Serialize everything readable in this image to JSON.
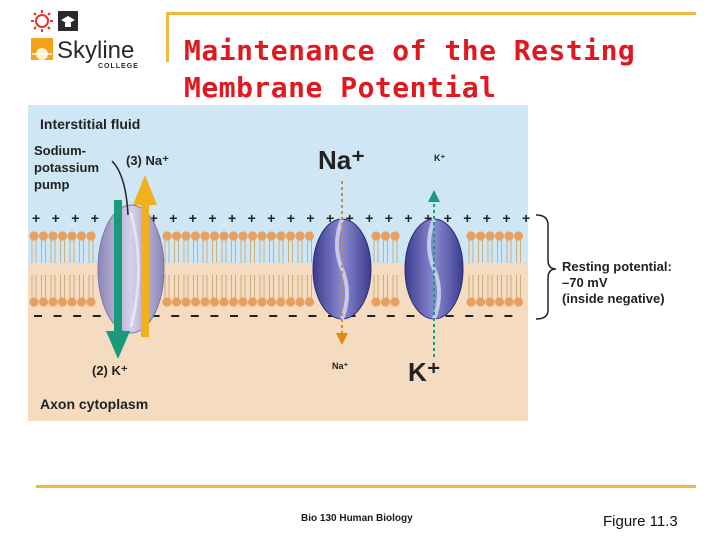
{
  "logo": {
    "name": "Skyline",
    "sub": "COLLEGE"
  },
  "slide": {
    "title_line1": "Maintenance of the Resting",
    "title_line2": "Membrane Potential"
  },
  "figure": {
    "interstitial_label": "Interstitial fluid",
    "pump_label": [
      "Sodium-",
      "potassium",
      "pump"
    ],
    "na_in_label": "(3) Na⁺",
    "k_out_label": "(2) K⁺",
    "na_big": "Na⁺",
    "k_small_top": "K⁺",
    "na_small_bottom": "Na⁺",
    "k_big": "K⁺",
    "cytoplasm_label": "Axon cytoplasm",
    "resting_label": [
      "Resting potential:",
      "–70 mV",
      "(inside negative)"
    ],
    "colors": {
      "fluid": "#cfe6f5",
      "cytoplasm": "#f5dcc0",
      "lipid_head": "#e8a060",
      "channel": "#5a5aa8",
      "arrow_na": "#f0b020",
      "arrow_k": "#1a9a7a"
    }
  },
  "footer": {
    "course": "Bio 130 Human Biology",
    "figure_ref": "Figure 11.3"
  }
}
